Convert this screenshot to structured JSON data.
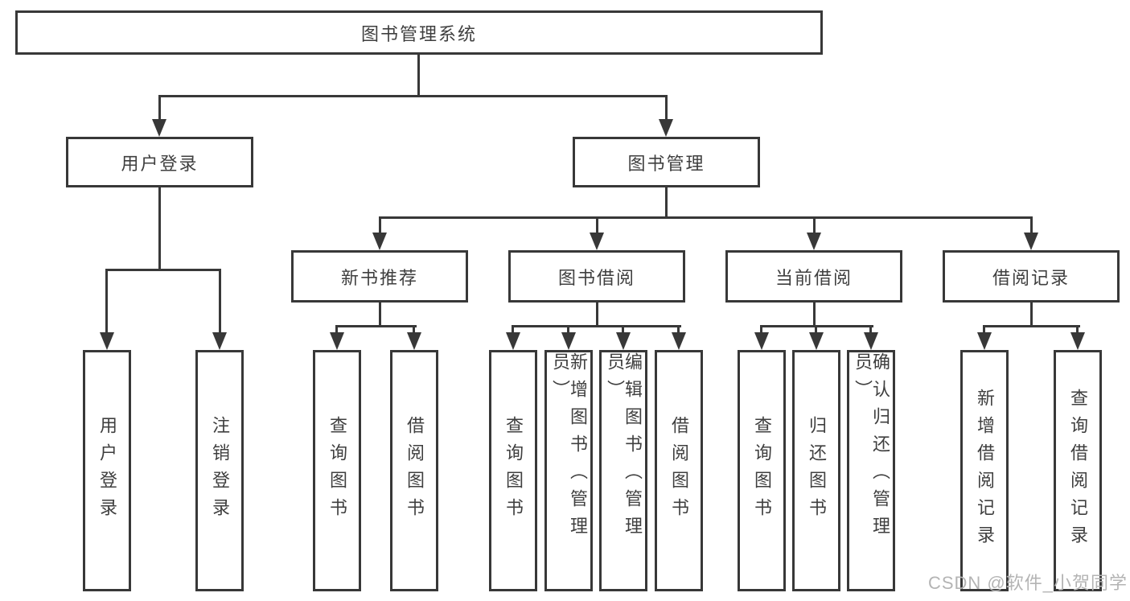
{
  "diagram": {
    "type": "hierarchy-diagram",
    "watermark": "CSDN @软件_小贺同学",
    "colors": {
      "line": "#383838",
      "text": "#3f3f3f",
      "bg": "#ffffff",
      "watermark": "#b4b4b4"
    },
    "root": {
      "label": "图书管理系统"
    },
    "branches": [
      {
        "label": "用户登录",
        "children": [
          {
            "label": "用户登录"
          },
          {
            "label": "注销登录"
          }
        ]
      },
      {
        "label": "图书管理",
        "groups": [
          {
            "label": "新书推荐",
            "children": [
              {
                "label": "查询图书"
              },
              {
                "label": "借阅图书"
              }
            ]
          },
          {
            "label": "图书借阅",
            "children": [
              {
                "label": "查询图书"
              },
              {
                "label": "新增图书（管理员）"
              },
              {
                "label": "编辑图书（管理员）"
              },
              {
                "label": "借阅图书"
              }
            ]
          },
          {
            "label": "当前借阅",
            "children": [
              {
                "label": "查询图书"
              },
              {
                "label": "归还图书"
              },
              {
                "label": "确认归还（管理员）"
              }
            ]
          },
          {
            "label": "借阅记录",
            "children": [
              {
                "label": "新增借阅记录"
              },
              {
                "label": "查询借阅记录"
              }
            ]
          }
        ]
      }
    ]
  }
}
